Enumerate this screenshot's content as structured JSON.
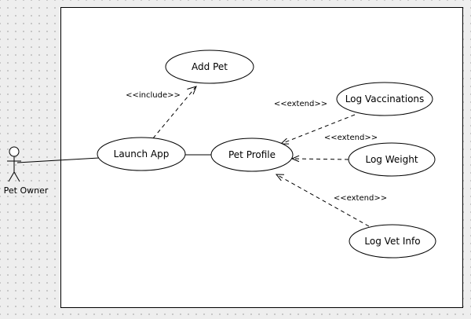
{
  "diagram": {
    "type": "uml-use-case",
    "actor": {
      "label": "Pet Owner"
    },
    "use_cases": {
      "launch_app": "Launch App",
      "add_pet": "Add Pet",
      "pet_profile": "Pet Profile",
      "log_vaccinations": "Log Vaccinations",
      "log_weight": "Log Weight",
      "log_vet_info": "Log Vet Info"
    },
    "relations": {
      "include": "<<include>>",
      "extend_vaccinations": "<<extend>>",
      "extend_weight": "<<extend>>",
      "extend_vet_info": "<<extend>>"
    }
  }
}
